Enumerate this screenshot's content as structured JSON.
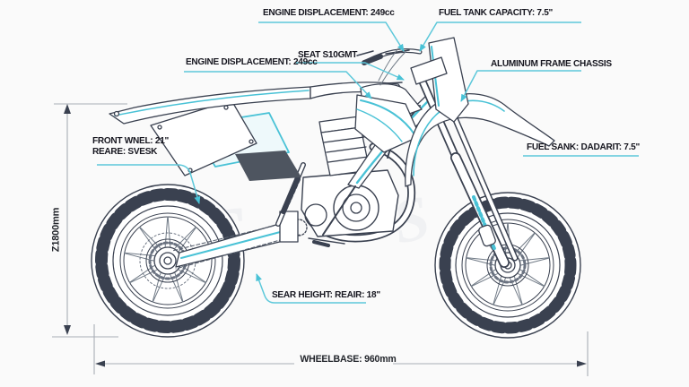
{
  "colors": {
    "accent": "#49c2d6",
    "accent_light": "#7fd3e0",
    "line_dark": "#3a4150",
    "line_light": "#707a86",
    "label_text": "#16161f",
    "dim_line": "#a8adb5",
    "panel_tint": "#eef9fb",
    "dark_patch": "#4e5560",
    "background": "#fafafa"
  },
  "callouts": {
    "engine_top": {
      "text": "ENGINE DISPLACEMENT: 249cc"
    },
    "fuel_top": {
      "text": "FUEL TANK CAPACITY: 7.5\""
    },
    "engine_mid": {
      "text": "ENGINE DISPLACEMENT: 249cc"
    },
    "seat": {
      "text": "SEAT S10GMT"
    },
    "frame": {
      "text": "ALUMINUM FRAME CHASSIS"
    },
    "front_wheel": {
      "line1": "FRONT WNEL: 21\"",
      "line2": "REARE: SVESK"
    },
    "fuel_side": {
      "text": "FUEL SANK: DADARIT: 7.5\""
    },
    "seat_height": {
      "text": "SEAR HEIGHT: REAIR: 18\""
    }
  },
  "dimensions": {
    "overall_height": "Z1800mm",
    "wheelbase": "WHEELBASE: 960mm"
  },
  "watermark_glyph": "S"
}
